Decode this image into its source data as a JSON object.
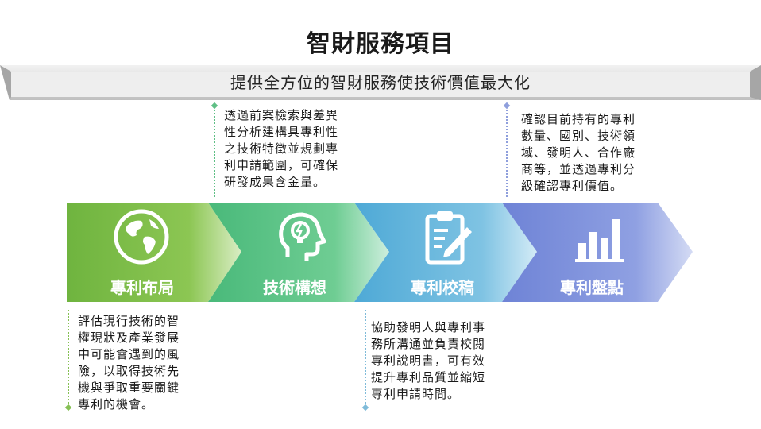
{
  "title": "智財服務項目",
  "subtitle": "提供全方位的智財服務使技術價值最大化",
  "steps": [
    {
      "label": "專利布局",
      "icon": "globe-icon",
      "color": "#7dbb45"
    },
    {
      "label": "技術構想",
      "icon": "lightbulb-head-icon",
      "color": "#4fbf7a"
    },
    {
      "label": "專利校稿",
      "icon": "clipboard-pen-icon",
      "color": "#5fb3d8"
    },
    {
      "label": "專利盤點",
      "icon": "bar-chart-icon",
      "color": "#7b8fd9"
    }
  ],
  "notes": {
    "layout": "評估現行技術的智\n權現狀及產業發展\n中可能會遇到的風\n險，以取得技術先\n機與爭取重要關鍵\n專利的機會。",
    "concept": "透過前案檢索與差異\n性分析建構具專利性\n之技術特徵並規劃專\n利申請範圍，可確保\n研發成果含金量。",
    "review": "協助發明人與專利事\n務所溝通並負責校閱\n專利說明書，可有效\n提升專利品質並縮短\n專利申請時間。",
    "inventory": "確認目前持有的專利\n數量、國別、技術領\n域、發明人、合作廠\n商等，並透過專利分\n級確認專利價值。"
  }
}
